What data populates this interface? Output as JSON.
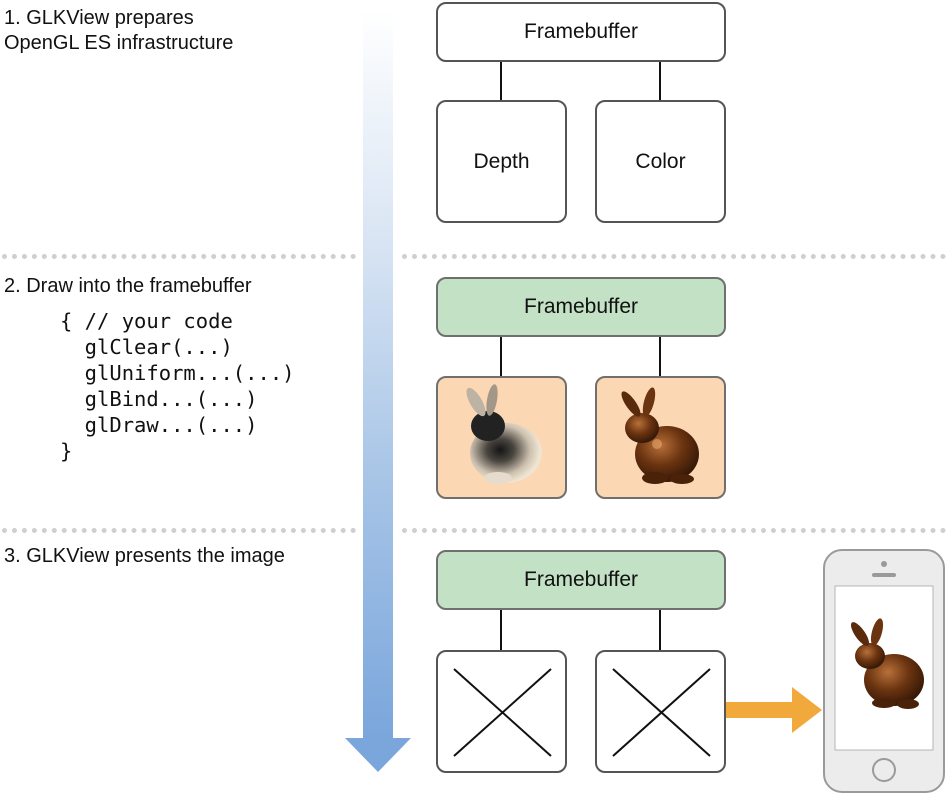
{
  "steps": {
    "s1": "1. GLKView prepares\n    OpenGL ES infrastructure",
    "s2": "2. Draw into the framebuffer",
    "s3": "3. GLKView presents the image"
  },
  "code": {
    "l1": "{ // your code",
    "l2": "  glClear(...)",
    "l3": "  glUniform...(...)",
    "l4": "  glBind...(...)",
    "l5": "  glDraw...(...)",
    "l6": "}"
  },
  "row1": {
    "framebuffer": "Framebuffer",
    "depth": "Depth",
    "color": "Color"
  },
  "row2": {
    "framebuffer": "Framebuffer"
  },
  "row3": {
    "framebuffer": "Framebuffer"
  },
  "colors": {
    "framebuffer_fill": "#c3e1c5",
    "attachment_fill": "#fbd7b3",
    "present_arrow": "#f2a93b",
    "flow_arrow": "#7aa6dc",
    "bunny_brown": "#6b3410"
  },
  "icons": {
    "flow": "down-arrow-icon",
    "present": "right-arrow-icon",
    "device": "phone-icon",
    "discarded": "x-mark-icon"
  }
}
